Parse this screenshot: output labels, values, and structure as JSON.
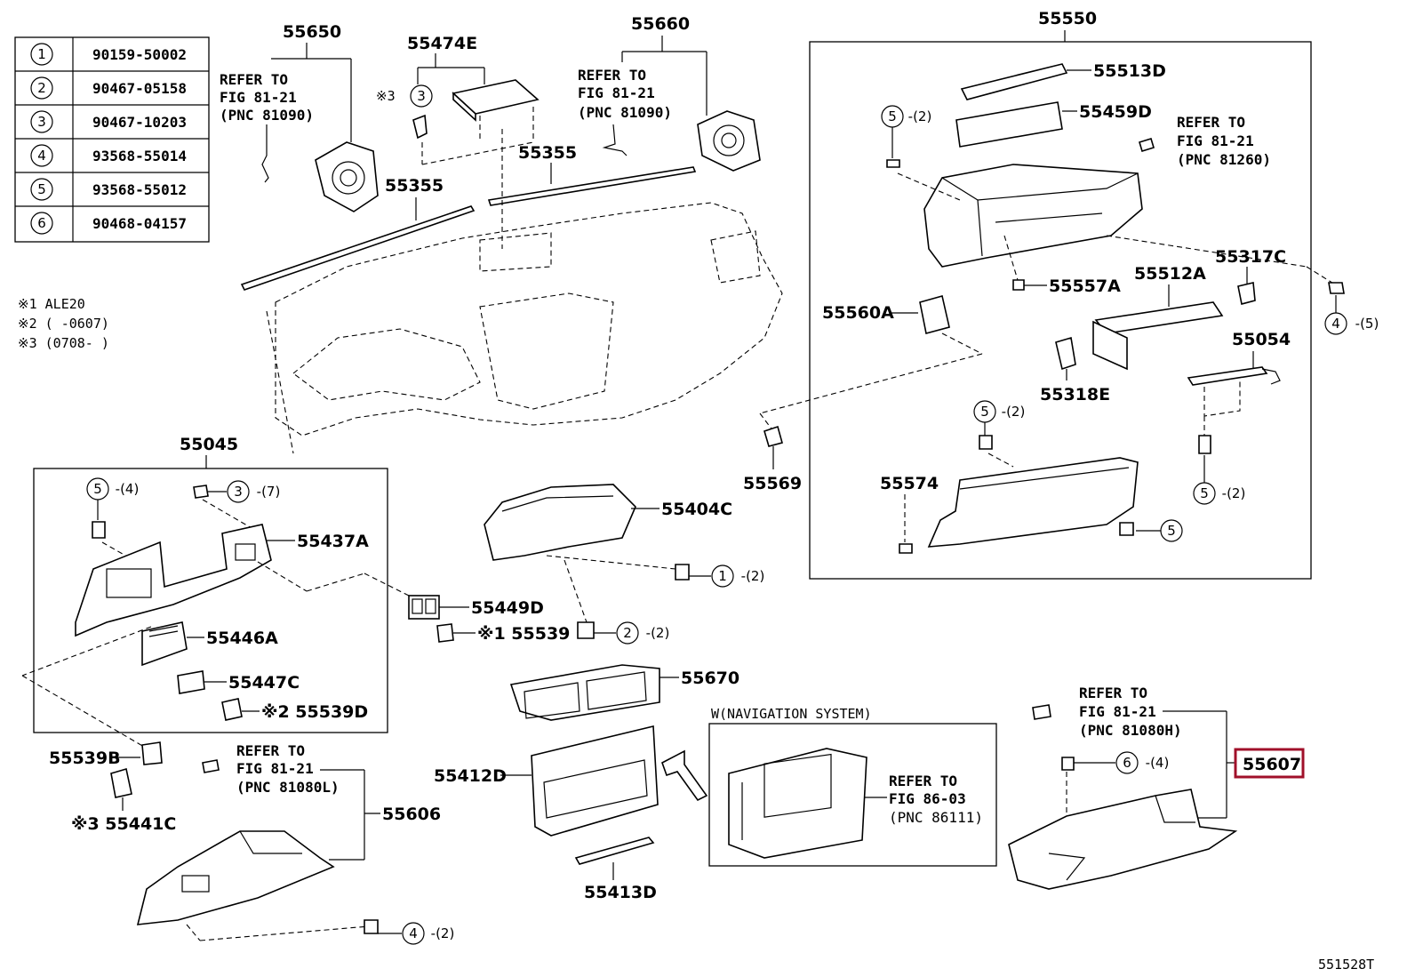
{
  "table": [
    {
      "key": "1",
      "part": "90159-50002"
    },
    {
      "key": "2",
      "part": "90467-05158"
    },
    {
      "key": "3",
      "part": "90467-10203"
    },
    {
      "key": "4",
      "part": "93568-55014"
    },
    {
      "key": "5",
      "part": "93568-55012"
    },
    {
      "key": "6",
      "part": "90468-04157"
    }
  ],
  "notes": [
    "※1 ALE20",
    "※2 (     -0607)",
    "※3 (0708-     )"
  ],
  "labels": {
    "p55650": "55650",
    "p55474E": "55474E",
    "p55660": "55660",
    "p55550": "55550",
    "p55355a": "55355",
    "p55355b": "55355",
    "p55513D": "55513D",
    "p55459D": "55459D",
    "p55557A": "55557A",
    "p55512A": "55512A",
    "p55317C": "55317C",
    "p55560A": "55560A",
    "p55054": "55054",
    "p55318E": "55318E",
    "p55569": "55569",
    "p55574": "55574",
    "p55045": "55045",
    "p55437A": "55437A",
    "p55446A": "55446A",
    "p55447C": "55447C",
    "p55539D": "※2 55539D",
    "p55539B": "55539B",
    "p55441C": "※3 55441C",
    "p55404C": "55404C",
    "p55449D": "55449D",
    "p55539": "※1 55539",
    "p55670": "55670",
    "p55412D": "55412D",
    "p55413D": "55413D",
    "p55606": "55606",
    "p55607": "55607",
    "nav_title": "W(NAVIGATION SYSTEM)",
    "fig_id": "551528T",
    "note3": "※3"
  },
  "refs": {
    "r55650": [
      "REFER TO",
      "FIG 81-21",
      "(PNC 81090)"
    ],
    "r55660": [
      "REFER TO",
      "FIG 81-21",
      "(PNC 81090)"
    ],
    "r81260": [
      "REFER TO",
      "FIG 81-21",
      "(PNC 81260)"
    ],
    "r81080L": [
      "REFER TO",
      "FIG 81-21",
      "(PNC 81080L)"
    ],
    "r81080H": [
      "REFER TO",
      "FIG 81-21",
      "(PNC 81080H)"
    ],
    "r86111": [
      "REFER TO",
      "FIG 86-03",
      "(PNC 86111)"
    ]
  },
  "callouts": {
    "c5_2a": {
      "n": "5",
      "q": "-(2)"
    },
    "c4_5": {
      "n": "4",
      "q": "-(5)"
    },
    "c5_2b": {
      "n": "5",
      "q": "-(2)"
    },
    "c5_2c": {
      "n": "5",
      "q": "-(2)"
    },
    "c5": {
      "n": "5",
      "q": ""
    },
    "c5_4": {
      "n": "5",
      "q": "-(4)"
    },
    "c3_7": {
      "n": "3",
      "q": "-(7)"
    },
    "c1_2": {
      "n": "1",
      "q": "-(2)"
    },
    "c2_2": {
      "n": "2",
      "q": "-(2)"
    },
    "c6_4": {
      "n": "6",
      "q": "-(4)"
    },
    "c4_2": {
      "n": "4",
      "q": "-(2)"
    },
    "c3x": {
      "n": "3",
      "q": ""
    }
  },
  "colors": {
    "highlight": "#a0102a"
  }
}
